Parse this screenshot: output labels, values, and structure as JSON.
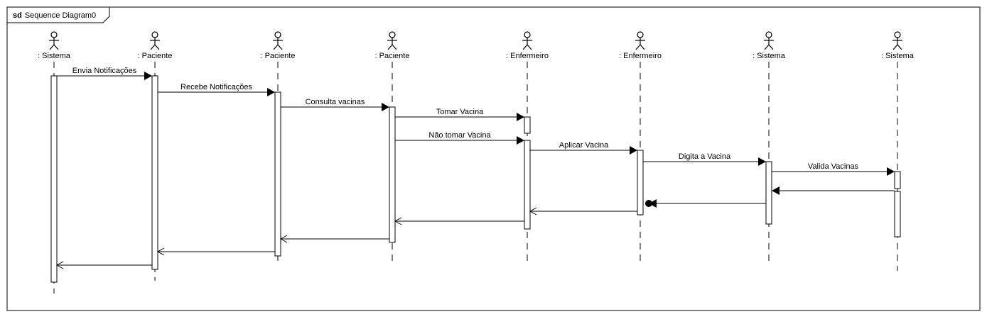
{
  "diagram": {
    "frame_keyword": "sd",
    "frame_title": "Sequence Diagram0",
    "lifelines": [
      {
        "id": "l0",
        "name": ": Sistema"
      },
      {
        "id": "l1",
        "name": ": Paciente"
      },
      {
        "id": "l2",
        "name": ": Paciente"
      },
      {
        "id": "l3",
        "name": ": Paciente"
      },
      {
        "id": "l4",
        "name": ": Enfermeiro"
      },
      {
        "id": "l5",
        "name": ": Enfermeiro"
      },
      {
        "id": "l6",
        "name": ": Sistema"
      },
      {
        "id": "l7",
        "name": ": Sistema"
      }
    ],
    "messages": [
      {
        "from": "l0",
        "to": "l1",
        "label": "Envia Notificações",
        "kind": "sync"
      },
      {
        "from": "l1",
        "to": "l2",
        "label": "Recebe Notificações",
        "kind": "sync"
      },
      {
        "from": "l2",
        "to": "l3",
        "label": "Consulta vacinas",
        "kind": "sync"
      },
      {
        "from": "l3",
        "to": "l4",
        "label": "Tomar Vacina",
        "kind": "sync"
      },
      {
        "from": "l3",
        "to": "l4",
        "label": "Não tomar Vacina",
        "kind": "sync"
      },
      {
        "from": "l4",
        "to": "l5",
        "label": "Aplicar Vacina",
        "kind": "sync"
      },
      {
        "from": "l5",
        "to": "l6",
        "label": "Digita a Vacina",
        "kind": "sync"
      },
      {
        "from": "l6",
        "to": "l7",
        "label": "Valida Vacinas",
        "kind": "sync"
      },
      {
        "from": "l7",
        "to": "l6",
        "label": "",
        "kind": "sync"
      },
      {
        "from": "l6",
        "to": "l5",
        "label": "",
        "kind": "found"
      },
      {
        "from": "l5",
        "to": "l4",
        "label": "",
        "kind": "return"
      },
      {
        "from": "l4",
        "to": "l3",
        "label": "",
        "kind": "return"
      },
      {
        "from": "l3",
        "to": "l2",
        "label": "",
        "kind": "return"
      },
      {
        "from": "l2",
        "to": "l1",
        "label": "",
        "kind": "return"
      },
      {
        "from": "l1",
        "to": "l0",
        "label": "",
        "kind": "return"
      }
    ]
  }
}
